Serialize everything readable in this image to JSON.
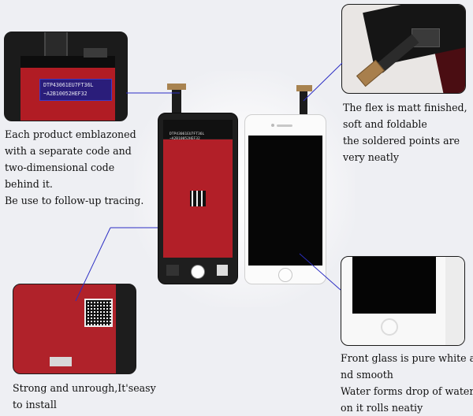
{
  "panel_code_lines": [
    "DTP43061EU7FT36L",
    "~A2B10052HEF32"
  ],
  "phone_back_code_lines": [
    "DTP43061EU7FT36L",
    "~A2B10052HEF32"
  ],
  "captions": {
    "code": [
      "Each product emblazoned",
      "with a separate code and",
      "two-dimensional code",
      "behind it.",
      "Be use to follow-up tracing."
    ],
    "flex": [
      "The flex is matt finished,",
      "soft and foldable",
      "the soldered points are",
      "very neatly"
    ],
    "install": [
      "Strong and unrough,It'seasy",
      "to install"
    ],
    "glass": [
      "Front glass is pure white a",
      "nd smooth",
      "Water forms drop of water",
      "on it rolls neatiy"
    ]
  },
  "colors": {
    "background": "#eeeff3",
    "panel_red": "#b21f28",
    "leader_line": "#2c2ec4",
    "label_blue": "#2a1d7a"
  }
}
